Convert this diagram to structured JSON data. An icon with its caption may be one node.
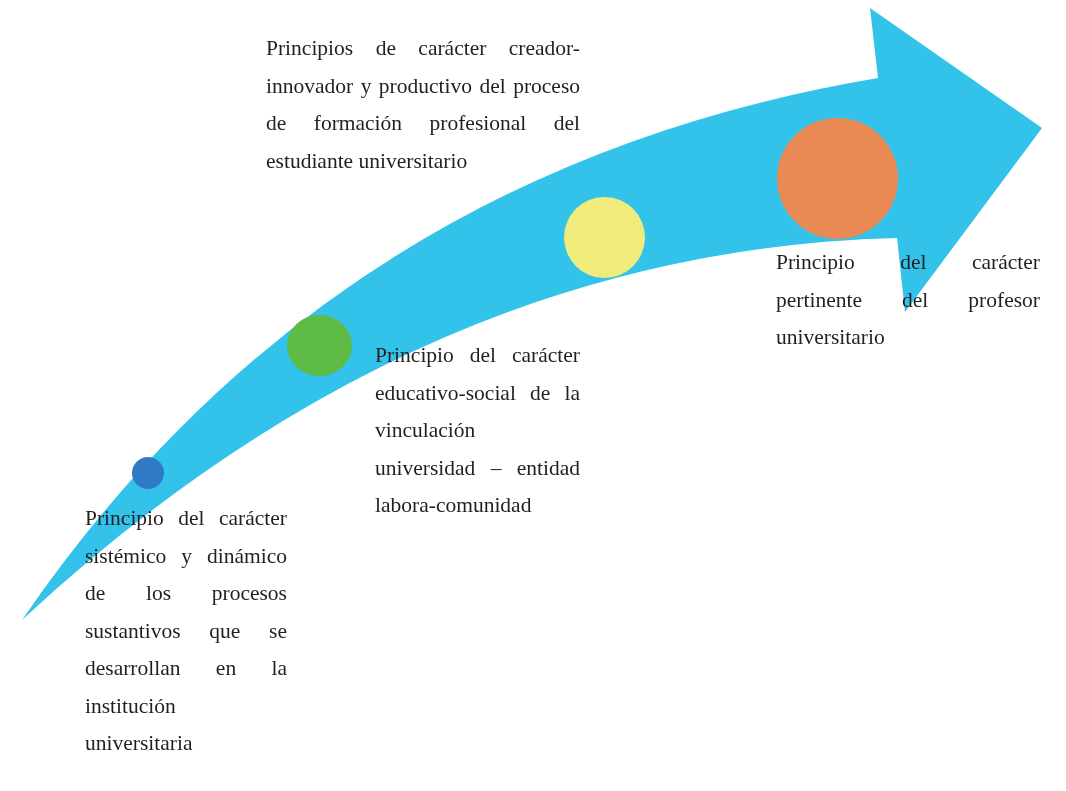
{
  "diagram": {
    "nodes": [
      {
        "text": [],
        "shape": "circle",
        "beside": [
          "Principio del carácter sistémico y dinámico de los procesos sustantivos que se desarrollan en la institución universitaria"
        ]
      },
      {
        "text": [],
        "shape": "circle",
        "beside": [
          "Principio del carácter educativo-social de la vinculación universidad – entidad labora-comunidad"
        ]
      },
      {
        "text": [],
        "shape": "circle",
        "beside": [
          "Principios de carácter creador-innovador y productivo del proceso de formación profesional del estudiante universitario"
        ]
      },
      {
        "text": [],
        "shape": "circle",
        "beside": [
          "Principio del carácter pertinente del profesor universitario"
        ]
      }
    ]
  }
}
